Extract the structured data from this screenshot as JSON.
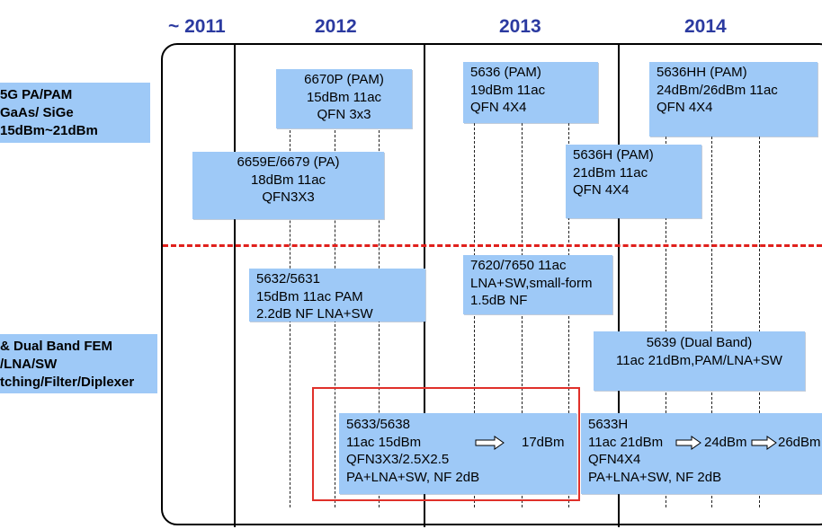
{
  "years": [
    "~ 2011",
    "2012",
    "2013",
    "2014"
  ],
  "left_labels": {
    "pa": [
      "5G PA/PAM",
      "GaAs/ SiGe",
      "15dBm~21dBm"
    ],
    "fem": [
      "& Dual Band FEM",
      "/LNA/SW",
      "tching/Filter/Diplexer"
    ]
  },
  "boxes": {
    "b6670p": [
      "6670P (PAM)",
      "15dBm 11ac",
      "QFN 3x3"
    ],
    "b5636": [
      "5636 (PAM)",
      "19dBm 11ac",
      "QFN 4X4"
    ],
    "b5636hh": [
      "5636HH (PAM)",
      "24dBm/26dBm 11ac",
      "QFN 4X4"
    ],
    "b6659e": [
      "6659E/6679 (PA)",
      "18dBm 11ac",
      "QFN3X3"
    ],
    "b5636h": [
      "5636H (PAM)",
      "21dBm 11ac",
      "QFN 4X4"
    ],
    "b5632": [
      "5632/5631",
      "15dBm 11ac PAM",
      "2.2dB NF LNA+SW"
    ],
    "b7620": [
      "7620/7650 11ac",
      "LNA+SW,small-form",
      "1.5dB NF"
    ],
    "b5639": [
      "5639 (Dual Band)",
      "11ac 21dBm,PAM/LNA+SW"
    ],
    "b5633": {
      "line1": "5633/5638",
      "line2a": "11ac 15dBm",
      "line2b": "17dBm",
      "line3": "QFN3X3/2.5X2.5",
      "line4": "PA+LNA+SW, NF 2dB"
    },
    "b5633h": {
      "line1": "5633H",
      "line2a": "11ac 21dBm",
      "line2b": "24dBm",
      "line2c": "26dBm",
      "line3": "QFN4X4",
      "line4": "PA+LNA+SW, NF 2dB"
    }
  },
  "colors": {
    "box_fill": "#9ec9f7",
    "year_text": "#2b3aa0",
    "divider_red": "#e0201c",
    "highlight_red": "#e0302a"
  }
}
